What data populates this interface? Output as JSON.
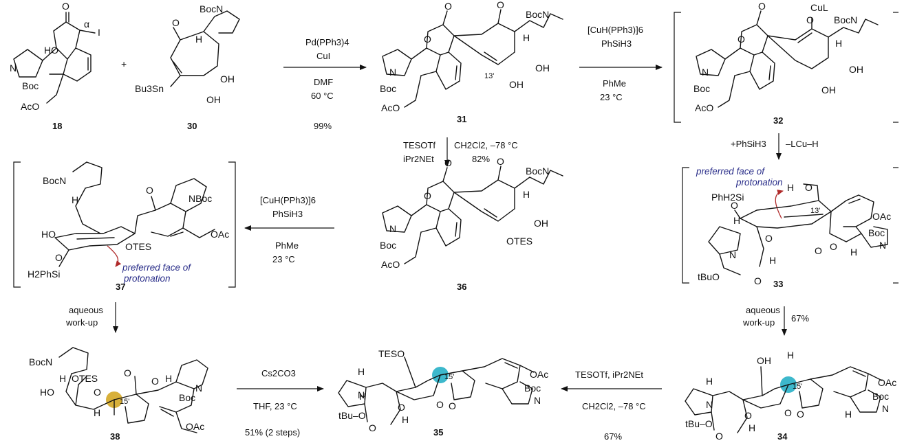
{
  "compounds": {
    "c18": "18",
    "c30": "30",
    "c31": "31",
    "c32": "32",
    "c33": "33",
    "c34": "34",
    "c35": "35",
    "c36": "36",
    "c37": "37",
    "c38": "38"
  },
  "plus_sign": "+",
  "steps": {
    "s1": {
      "line1": "Pd(PPh3)4",
      "line2": "CuI",
      "line3": "DMF",
      "line4": "60 °C",
      "yield": "99%"
    },
    "s2": {
      "line1": "[CuH(PPh3)]6",
      "line2": "PhSiH3",
      "line3": "PhMe",
      "line4": "23 °C"
    },
    "s3": {
      "left1": "+PhSiH3",
      "right1": "–LCu–H"
    },
    "s4": {
      "line1": "aqueous",
      "line2": "work-up",
      "yield": "67%"
    },
    "s5": {
      "line1": "TESOTf, iPr2NEt",
      "line2": "CH2Cl2, –78 °C",
      "yield": "67%"
    },
    "s6": {
      "left1": "TESOTf",
      "left2": "iPr2NEt",
      "right1": "CH2Cl2, –78 °C",
      "right2": "82%"
    },
    "s7": {
      "line1": "[CuH(PPh3)]6",
      "line2": "PhSiH3",
      "line3": "PhMe",
      "line4": "23 °C"
    },
    "s8": {
      "line1": "aqueous",
      "line2": "work-up"
    },
    "s9": {
      "line1": "Cs2CO3",
      "line2": "THF, 23 °C",
      "yield": "51% (2 steps)"
    }
  },
  "notes": {
    "n33_1": "preferred face of",
    "n33_2": "protonation",
    "n37_1": "preferred face of",
    "n37_2": "protonation"
  },
  "atoms": {
    "a18": [
      "O",
      "α",
      "I",
      "HO",
      "N",
      "Boc",
      "AcO"
    ],
    "a30": [
      "O",
      "BocN",
      "H",
      "Bu3Sn",
      "OH",
      "OH"
    ],
    "a31": [
      "O",
      "O",
      "O",
      "BocN",
      "H",
      "N",
      "OH",
      "13'",
      "OH",
      "Boc",
      "AcO"
    ],
    "a32": [
      "CuL",
      "O",
      "O",
      "BocN",
      "H",
      "O",
      "N",
      "OH",
      "Boc",
      "OH",
      "AcO"
    ],
    "a33": [
      "H",
      "O",
      "13'",
      "PhH2Si",
      "O",
      "OAc",
      "H",
      "Boc",
      "N",
      "O",
      "N",
      "O",
      "H",
      "O",
      "H",
      "tBuO",
      "O"
    ],
    "a36": [
      "O",
      "O",
      "O",
      "BocN",
      "H",
      "N",
      "OH",
      "Boc",
      "OTES",
      "AcO"
    ],
    "a37": [
      "BocN",
      "O",
      "H",
      "NBoc",
      "HO",
      "OTES",
      "OAc",
      "O",
      "H2PhSi"
    ],
    "a34": [
      "OH",
      "H",
      "15'",
      "H",
      "OAc",
      "N",
      "O",
      "Boc",
      "O",
      "O",
      "N",
      "H",
      "H",
      "tBu–O",
      "O"
    ],
    "a35": [
      "TESO",
      "H",
      "15'",
      "OAc",
      "H",
      "N",
      "O",
      "Boc",
      "O",
      "O",
      "N",
      "H",
      "tBu–O",
      "O"
    ],
    "a38": [
      "BocN",
      "H",
      "OTES",
      "HO",
      "O",
      "O",
      "O",
      "H",
      "15'",
      "H",
      "Boc",
      "N",
      "OAc"
    ]
  },
  "colors": {
    "highlight_teal": "#3db8cc",
    "highlight_gold": "#d8b03a",
    "note_text": "#2b2f8a",
    "curly_arrow": "#b02a2a"
  }
}
